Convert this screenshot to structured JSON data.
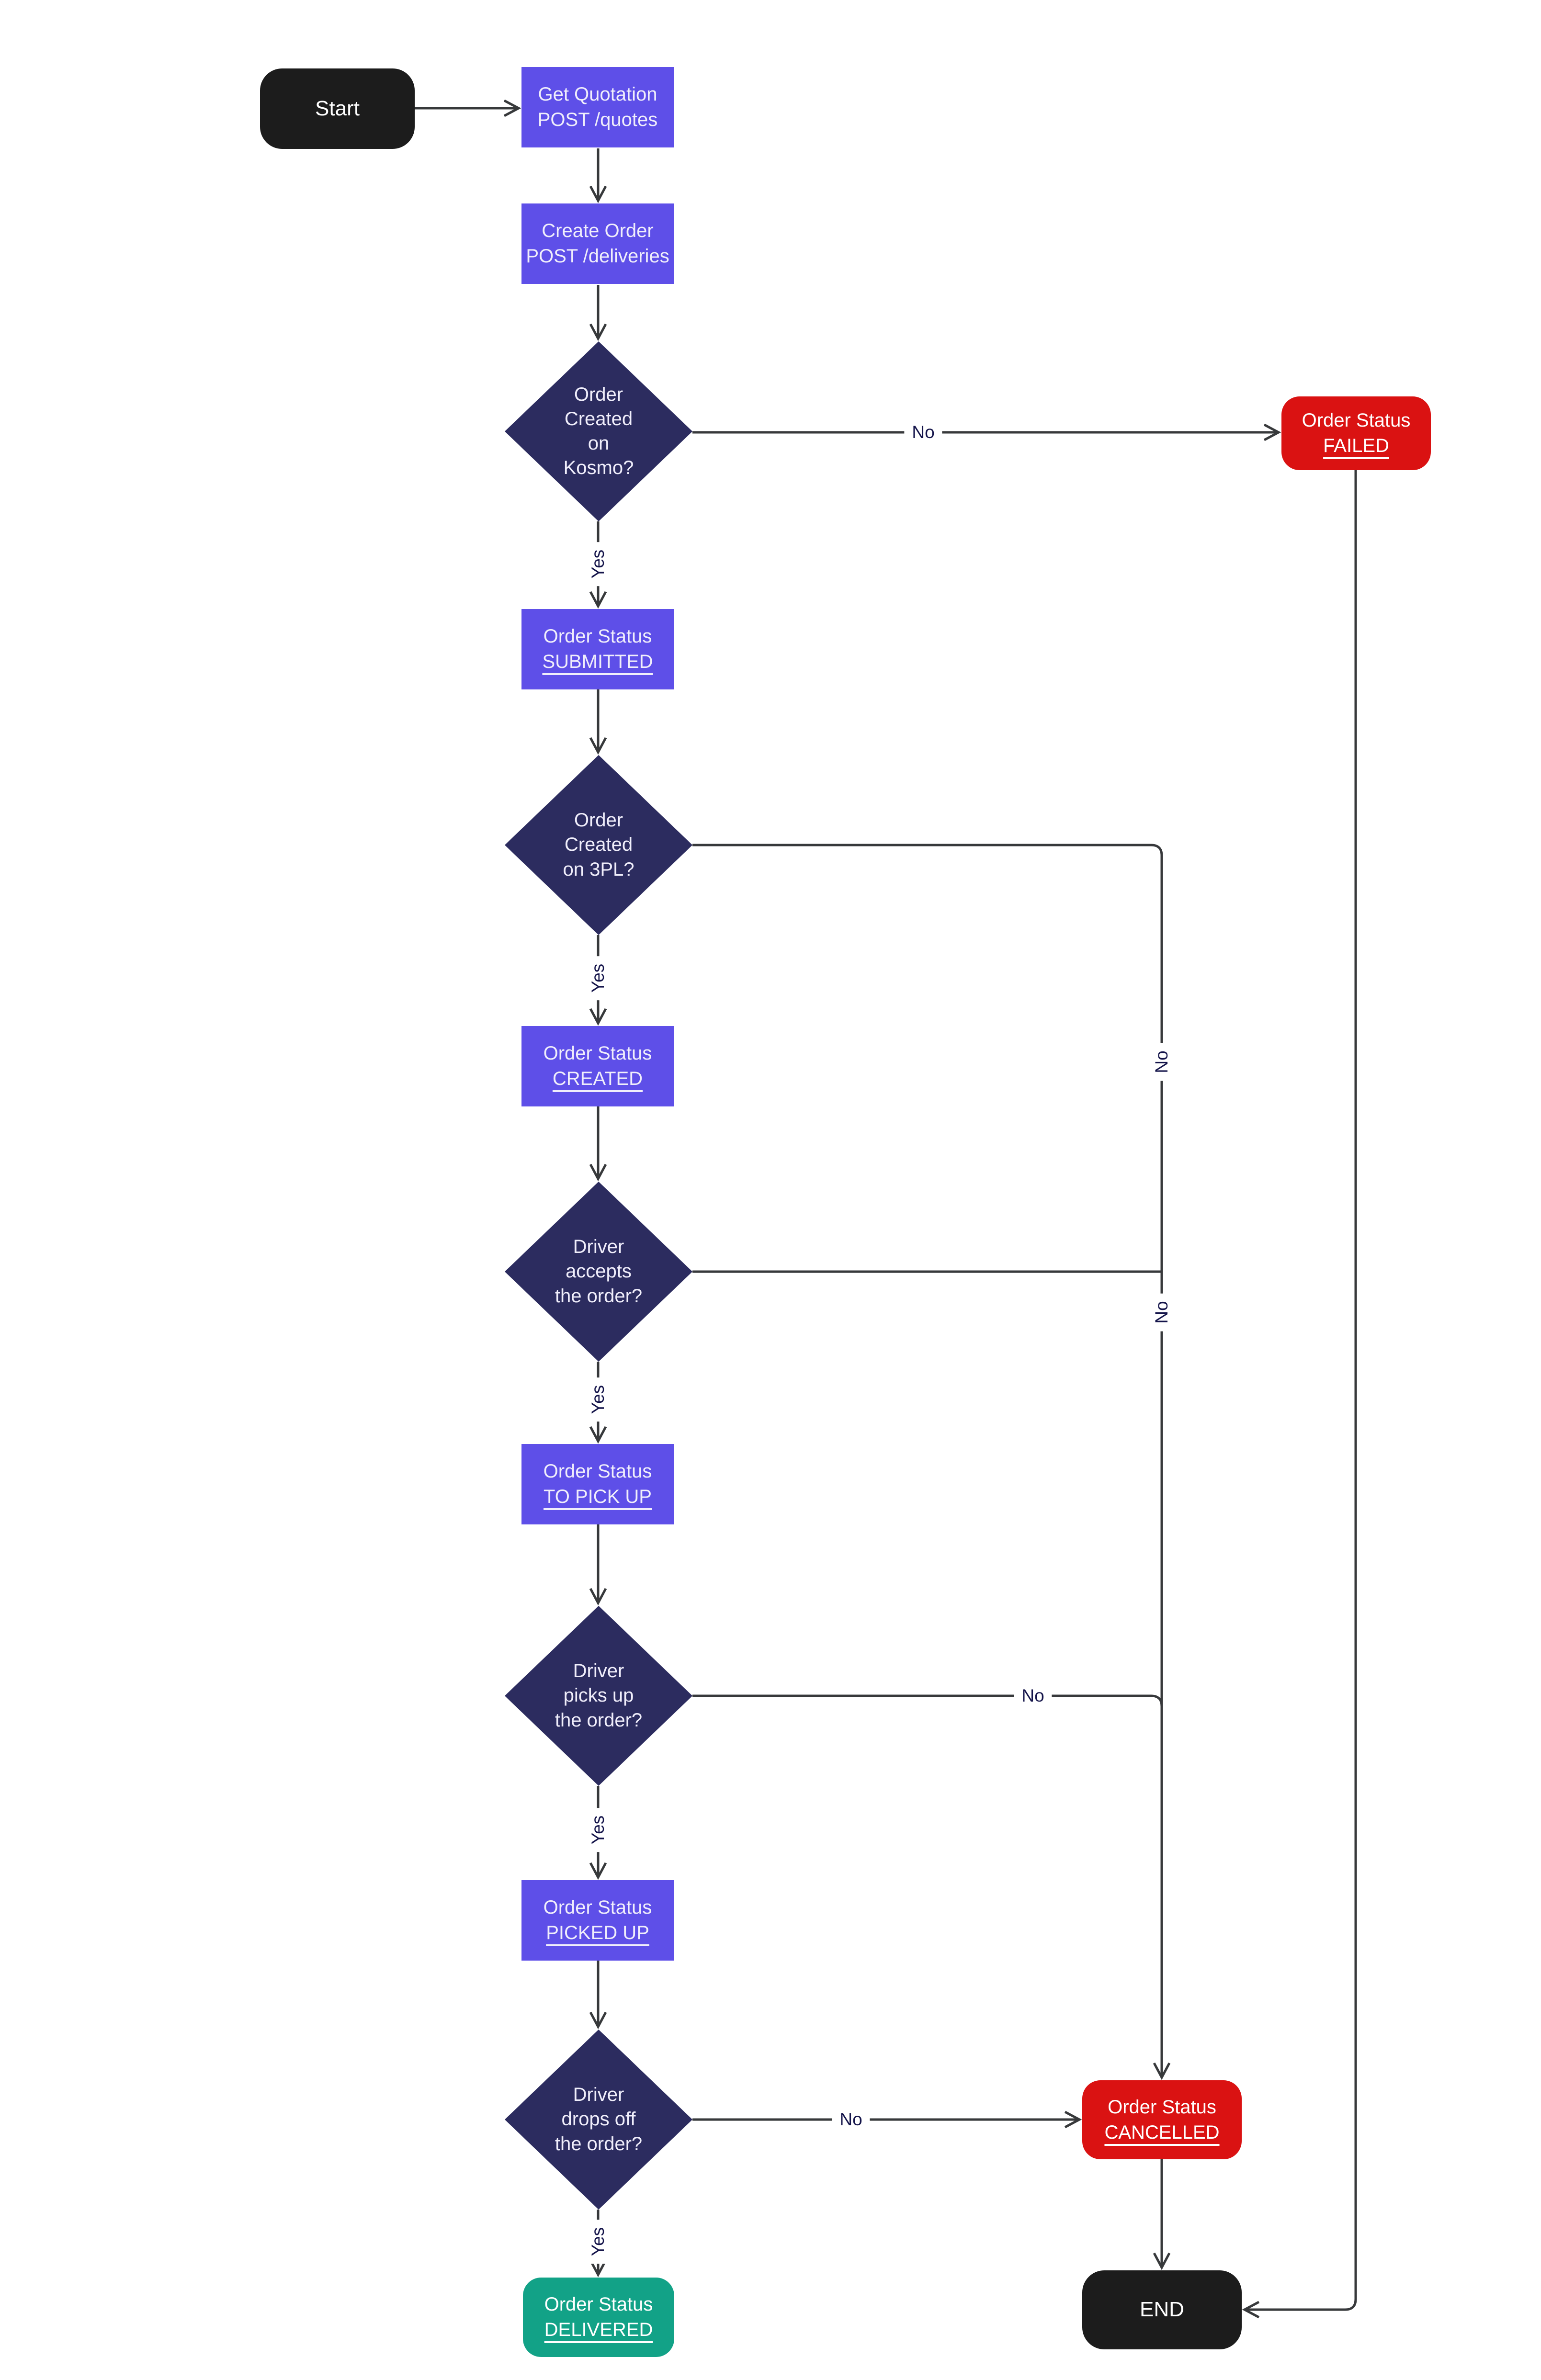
{
  "colors": {
    "process_fill": "#5E4FE8",
    "decision_fill": "#2C2C5F",
    "terminal_fill": "#1C1C1C",
    "error_fill": "#DA1212",
    "success_fill": "#12A287",
    "edge_stroke": "#37393B",
    "edge_label_text": "#14144A",
    "node_text": "#F0EEFB"
  },
  "nodes": {
    "start": {
      "label": "Start"
    },
    "get_quotation": {
      "line1": "Get Quotation",
      "line2": "POST /quotes"
    },
    "create_order": {
      "line1": "Create Order",
      "line2": "POST /deliveries"
    },
    "order_created_kosmo": {
      "lines": [
        "Order",
        "Created",
        "on",
        "Kosmo?"
      ]
    },
    "status_failed": {
      "line1": "Order Status",
      "line2": "FAILED"
    },
    "status_submitted": {
      "line1": "Order Status",
      "line2": "SUBMITTED"
    },
    "order_created_3pl": {
      "lines": [
        "Order",
        "Created",
        "on 3PL?"
      ]
    },
    "status_created": {
      "line1": "Order Status",
      "line2": "CREATED"
    },
    "driver_accepts": {
      "lines": [
        "Driver",
        "accepts",
        "the order?"
      ]
    },
    "status_to_pick_up": {
      "line1": "Order Status",
      "line2": "TO PICK UP"
    },
    "driver_picks_up": {
      "lines": [
        "Driver",
        "picks up",
        "the order?"
      ]
    },
    "status_picked_up": {
      "line1": "Order Status",
      "line2": "PICKED UP"
    },
    "driver_drops_off": {
      "lines": [
        "Driver",
        "drops off",
        "the order?"
      ]
    },
    "status_delivered": {
      "line1": "Order Status",
      "line2": "DELIVERED"
    },
    "status_cancelled": {
      "line1": "Order Status",
      "line2": "CANCELLED"
    },
    "end": {
      "label": "END"
    }
  },
  "edge_labels": {
    "kosmo_no": "No",
    "kosmo_yes": "Yes",
    "threepl_yes": "Yes",
    "trunk_no_upper": "No",
    "trunk_no_lower": "No",
    "accepts_yes": "Yes",
    "picks_up_no": "No",
    "picks_up_yes": "Yes",
    "drops_off_no": "No",
    "drops_off_yes": "Yes"
  }
}
